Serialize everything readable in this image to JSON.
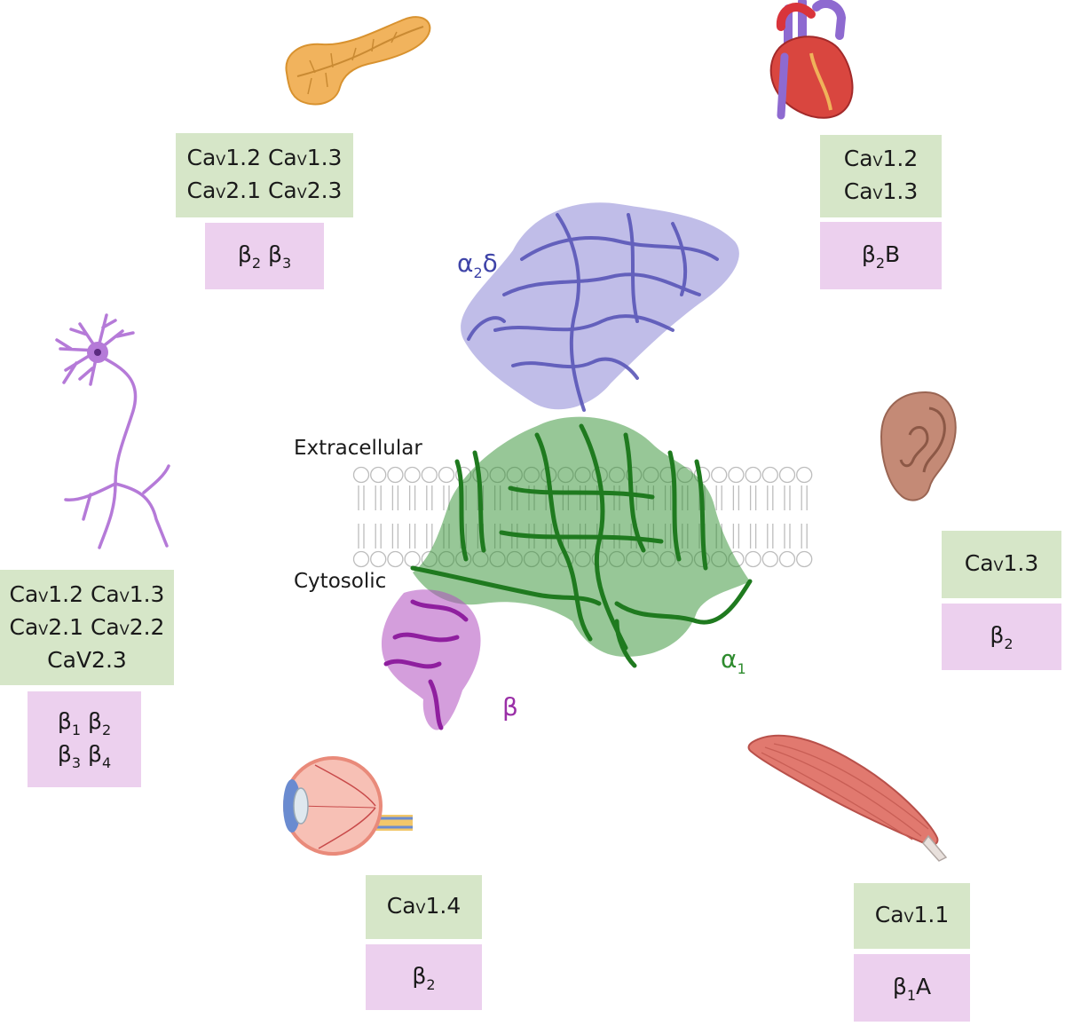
{
  "diagram": {
    "labels": {
      "extracellular": "Extracellular",
      "cytosolic": "Cytosolic",
      "alpha2delta": {
        "main": "α",
        "sub": "2",
        "rest": "δ"
      },
      "alpha1": {
        "main": "α",
        "sub": "1"
      },
      "beta": "β"
    },
    "tissues": {
      "pancreas": {
        "cav_lines": [
          [
            {
              "main": "Ca",
              "sub": "V",
              "rest": "1.2"
            },
            {
              "main": "Ca",
              "sub": "V",
              "rest": "1.3"
            }
          ],
          [
            {
              "main": "Ca",
              "sub": "V",
              "rest": "2.1"
            },
            {
              "main": "Ca",
              "sub": "V",
              "rest": "2.3"
            }
          ]
        ],
        "beta_lines": [
          [
            {
              "main": "β",
              "sub": "2"
            },
            {
              "main": "β",
              "sub": "3"
            }
          ]
        ]
      },
      "heart": {
        "cav_lines": [
          [
            {
              "main": "Ca",
              "sub": "V",
              "rest": "1.2"
            }
          ],
          [
            {
              "main": "Ca",
              "sub": "V",
              "rest": "1.3"
            }
          ]
        ],
        "beta_lines": [
          [
            {
              "main": "β",
              "sub": "2",
              "rest": "B"
            }
          ]
        ]
      },
      "neuron": {
        "cav_lines": [
          [
            {
              "main": "Ca",
              "sub": "V",
              "rest": "1.2"
            },
            {
              "main": "Ca",
              "sub": "V",
              "rest": "1.3"
            }
          ],
          [
            {
              "main": "Ca",
              "sub": "V",
              "rest": "2.1"
            },
            {
              "main": "Ca",
              "sub": "V",
              "rest": "2.2"
            }
          ],
          [
            {
              "main": "CaV2.3"
            }
          ]
        ],
        "beta_lines": [
          [
            {
              "main": "β",
              "sub": "1"
            },
            {
              "main": "β",
              "sub": "2"
            }
          ],
          [
            {
              "main": "β",
              "sub": "3"
            },
            {
              "main": "β",
              "sub": "4"
            }
          ]
        ]
      },
      "ear": {
        "cav_lines": [
          [
            {
              "main": "Ca",
              "sub": "V",
              "rest": "1.3"
            }
          ]
        ],
        "beta_lines": [
          [
            {
              "main": "β",
              "sub": "2"
            }
          ]
        ]
      },
      "eye": {
        "cav_lines": [
          [
            {
              "main": "Ca",
              "sub": "V",
              "rest": "1.4"
            }
          ]
        ],
        "beta_lines": [
          [
            {
              "main": "β",
              "sub": "2"
            }
          ]
        ]
      },
      "muscle": {
        "cav_lines": [
          [
            {
              "main": "Ca",
              "sub": "V",
              "rest": "1.1"
            }
          ]
        ],
        "beta_lines": [
          [
            {
              "main": "β",
              "sub": "1",
              "rest": "A"
            }
          ]
        ]
      }
    },
    "colors": {
      "alpha1": "#2e8b2e",
      "alpha2delta": "#3f44a8",
      "beta": "#9a2fa7",
      "cav_box": "#d6e6c8",
      "beta_box": "#ecd0ee"
    },
    "icons": [
      "pancreas-icon",
      "heart-icon",
      "neuron-icon",
      "ear-icon",
      "eye-icon",
      "skeletal-muscle-icon",
      "lipid-bilayer",
      "alpha1-subunit",
      "alpha2delta-subunit",
      "beta-subunit"
    ]
  }
}
